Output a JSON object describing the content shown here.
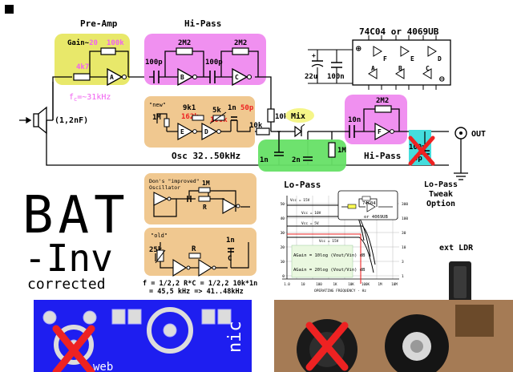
{
  "labels": {
    "preamp": "Pre-Amp",
    "hipass1": "Hi-Pass",
    "chip": "74C04 or 4069UB",
    "gain_prefix": "Gain~",
    "gain_val": "20",
    "r100k_a": "100k",
    "r4k7": "4k7",
    "gate_a": "A",
    "fc": "f",
    "fc_sub": "c",
    "fc_val": "=~31kHz",
    "c100p_1": "100p",
    "c2m2_1": "2M2",
    "gate_b": "B",
    "c100p_2": "100p",
    "c2m2_2": "2M2",
    "gate_c": "C",
    "cap22u": "22u",
    "cap100n": "100n",
    "gate_f_chip": "F",
    "gate_e_chip": "E",
    "gate_d_chip": "D",
    "gate_a_chip": "A",
    "gate_b_chip": "B",
    "gate_c_chip": "C",
    "new": "\"new\"",
    "r9k1": "9k1",
    "r162k": "162k",
    "r5k": "5k",
    "r100k_pot": "100k",
    "c1n_osc": "1n",
    "c50p": "50p",
    "r1m_osc": "1M",
    "gate_e": "E",
    "gate_d": "D",
    "osc": "Osc 32..50kHz",
    "transducer": "(1,2nF)",
    "r10k_a": "10k",
    "r10k_b": "10k",
    "mix": "Mix",
    "c1n_a": "1n",
    "c2n": "2n",
    "r1m": "1M",
    "c10n": "10n",
    "c2m2_3": "2M2",
    "gate_f": "F",
    "hipass2": "Hi-Pass",
    "out": "OUT",
    "c100p_lp": "100p",
    "c0p": "0p",
    "lopass": "Lo-Pass",
    "lopass_tweak": "Lo-Pass\nTweak\nOption",
    "don_title": "Don's \"improved\"\nOscillator",
    "don_1m": "1M",
    "don_r": "R",
    "old": "\"old\"",
    "r25k": "25k",
    "old_r": "R",
    "old_1n": "1n",
    "old_c": "C",
    "formula1": "f = 1/2,2 R*C = 1/2,2 10k*1n",
    "formula2": "= 45,5 kHz => 41..48kHz",
    "bat": "BAT",
    "inv": "-Inv",
    "corrected": "corrected",
    "graph_chip": "74C04",
    "graph_or": "or 4069UB",
    "graph_vcc15": "Vcc = 15V",
    "graph_vcc10": "Vcc = 10V",
    "graph_vcc5": "Vcc = 5V",
    "graph_vcc15b": "Vcc = 15V",
    "graph_xlabel": "OPERATING FREQUENCY - Hz",
    "graph_gain1": "AGain = 10log (Vout/Vin) dB",
    "graph_gain2": "AGain = 20log (Vout/Vin) dB",
    "ext_ldr": "ext LDR",
    "pcb_text1": "web",
    "pcb_text2": "nic"
  },
  "graph": {
    "yticks_left": [
      "50",
      "40",
      "30",
      "20",
      "10",
      "0"
    ],
    "yticks_right": [
      "300",
      "100",
      "30",
      "10",
      "3",
      "1"
    ],
    "xticks": [
      "1.0",
      "10",
      "100",
      "1K",
      "10K",
      "100K",
      "1M",
      "10M"
    ]
  },
  "colors": {
    "yellow": "#e8e86a",
    "magenta": "#f090f0",
    "orange": "#f0c890",
    "green": "#66e066",
    "cyan": "#44dddd",
    "red": "#ee2222",
    "pink_text": "#f060f0",
    "pcb_blue": "#1e1ef0",
    "pcb_brown": "#a57b55"
  }
}
